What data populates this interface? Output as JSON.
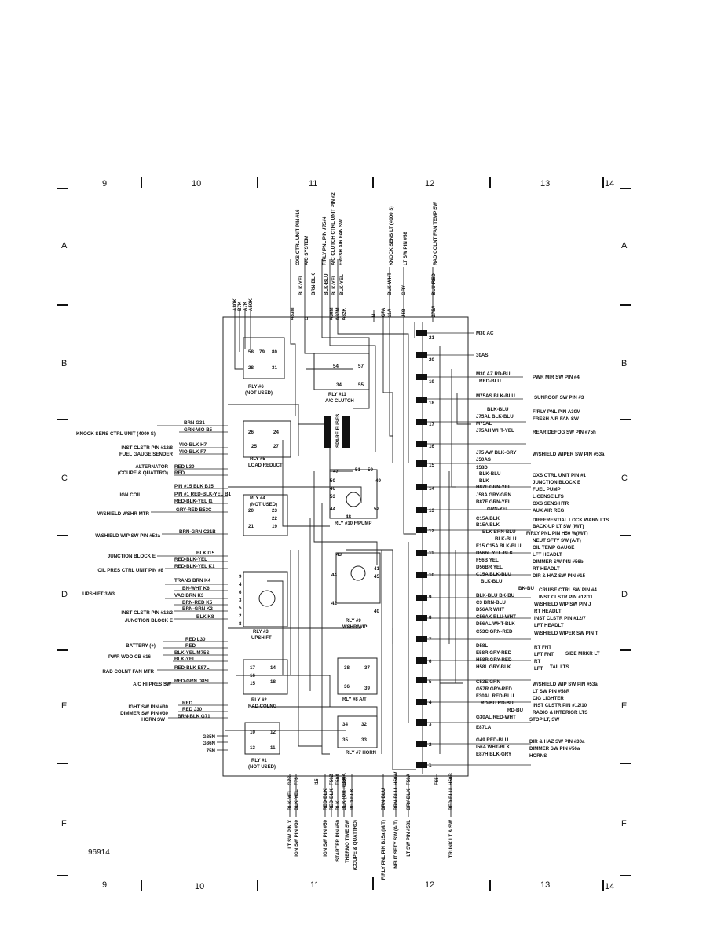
{
  "ruler": {
    "columns": [
      "9",
      "10",
      "11",
      "12",
      "13",
      "14"
    ],
    "rows": [
      "A",
      "B",
      "C",
      "D",
      "E",
      "F"
    ]
  },
  "footer_id": "96914",
  "relays": [
    {
      "name": "RLY #6",
      "note": "(NOT USED)",
      "pins": [
        "58",
        "79",
        "80",
        "28",
        "31"
      ]
    },
    {
      "name": "RLY #11",
      "note": "A/C CLUTCH",
      "pins": [
        "54",
        "57",
        "34",
        "55"
      ]
    },
    {
      "name": "RLY #5",
      "note": "LOAD REDUCT",
      "pins": [
        "26",
        "24",
        "25",
        "27"
      ]
    },
    {
      "name": "RLY #4",
      "note": "(NOT USED)",
      "pins": [
        "20",
        "23",
        "22",
        "21",
        "19"
      ]
    },
    {
      "name": "RLY #10 F/PUMP",
      "note": "",
      "pins": [
        "47",
        "51",
        "59",
        "50",
        "49",
        "46",
        "53",
        "44",
        "48",
        "52"
      ]
    },
    {
      "name": "RLY #3",
      "note": "UPSHIFT",
      "pins": [
        "9",
        "4",
        "6",
        "3",
        "5",
        "2",
        "8"
      ]
    },
    {
      "name": "RLY #9",
      "note": "WSHR/WIP",
      "pins": [
        "43",
        "41",
        "44",
        "45",
        "42",
        "40"
      ]
    },
    {
      "name": "RLY #2",
      "note": "RAD COLNG",
      "pins": [
        "17",
        "14",
        "16",
        "15",
        "18"
      ]
    },
    {
      "name": "RLY #8 A/T",
      "note": "",
      "pins": [
        "38",
        "37",
        "36",
        "39"
      ]
    },
    {
      "name": "RLY #7 HORN",
      "note": "",
      "pins": [
        "34",
        "32",
        "35",
        "33"
      ]
    },
    {
      "name": "RLY #1",
      "note": "(NOT USED)",
      "pins": [
        "10",
        "12",
        "13",
        "11"
      ]
    }
  ],
  "spare_fuses": "SPARE FUSES",
  "fuse_numbers": [
    "21",
    "20",
    "19",
    "18",
    "17",
    "16",
    "15",
    "14",
    "13",
    "12",
    "11",
    "10",
    "9",
    "8",
    "7",
    "6",
    "5",
    "4",
    "3",
    "2",
    "1"
  ],
  "top_wires": [
    {
      "code": "A80K",
      "color": ""
    },
    {
      "code": "B7K",
      "color": ""
    },
    {
      "code": "A7K",
      "color": ""
    },
    {
      "code": "A50K",
      "color": ""
    },
    {
      "code": "A83M",
      "color": "BLK-YEL"
    },
    {
      "code": "C",
      "color": "BRN-BLK"
    },
    {
      "code": "A30M",
      "color": "BLK-BLU"
    },
    {
      "code": "A87M",
      "color": "BLK-YEL"
    },
    {
      "code": "A82K",
      "color": "BLK-YEL"
    },
    {
      "code": "N",
      "color": ""
    },
    {
      "code": "C7A",
      "color": ""
    },
    {
      "code": "11A",
      "color": "BLK-WHT"
    },
    {
      "code": "J58",
      "color": "GRY"
    },
    {
      "code": "Z75A",
      "color": "BLU-RED"
    }
  ],
  "top_labels": [
    "OXS CTRL UNIT PIN #16",
    "A/C SYSTEM",
    "F/RLY PNL PIN J75#4",
    "A/C CLUTCH CTRL UNIT PIN #2",
    "FRESH AIR FAN SW",
    "KNOCK SENS LT (4000 S)",
    "LT SW PIN #58",
    "RAD COLNT FAN TEMP SW"
  ],
  "left_labels": [
    {
      "text": "KNOCK SENS CTRL UNIT (4000 S)",
      "wires": [
        "BRN  G31",
        "GRN-VIO  B5"
      ]
    },
    {
      "text": "INST CLSTR PIN #12/8",
      "wires": [
        "VIO-BLK  H7"
      ]
    },
    {
      "text": "FUEL GAUGE SENDER",
      "wires": [
        "VIO-BLK  F7"
      ]
    },
    {
      "text": "ALTERNATOR",
      "wires": [
        "RED  L30"
      ]
    },
    {
      "text": "(COUPE & QUATTRO)",
      "wires": [
        "RED"
      ]
    },
    {
      "text": "IGN COIL",
      "wires": [
        "PIN #15  BLK  B15",
        "PIN #1  RED-BLK-YEL  B1",
        "RED-BLK-YEL  I1"
      ]
    },
    {
      "text": "W/SHIELD WSHR MTR",
      "wires": [
        "GRY-RED  B53C"
      ]
    },
    {
      "text": "W/SHIELD WIP SW PIN #53a",
      "wires": [
        "BRN-GRN  C31B"
      ]
    },
    {
      "text": "JUNCTION BLOCK E",
      "wires": [
        "BLK  I15",
        "RED-BLK-YEL"
      ]
    },
    {
      "text": "OIL PRES CTRL UNIT PIN #8",
      "wires": [
        "RED-BLK-YEL  K1"
      ]
    },
    {
      "text": "UPSHIFT 3W3",
      "wires": [
        "TRANS  BRN  K4",
        "BN-WHT  K6",
        "VAC  BRN  K3",
        "BRN-RED  K5",
        "BRN-GRN  K2",
        "BLK  K8"
      ]
    },
    {
      "text": "INST CLSTR PIN #12/2",
      "wires": []
    },
    {
      "text": "JUNCTION BLOCK E",
      "wires": []
    },
    {
      "text": "BATTERY (+)",
      "wires": [
        "RED  L30",
        "RED"
      ]
    },
    {
      "text": "PWR WDO CB #16",
      "wires": [
        "BLK-YEL  M75S",
        "BLK-YEL"
      ]
    },
    {
      "text": "RAD COLNT FAN MTR",
      "wires": [
        "RED-BLK  E87L"
      ]
    },
    {
      "text": "A/C HI PRES SW",
      "wires": [
        "RED-GRN  D85L"
      ]
    },
    {
      "text": "LIGHT SW PIN #30",
      "wires": [
        "RED"
      ]
    },
    {
      "text": "DIMMER SW PIN #30",
      "wires": [
        "RED  J30"
      ]
    },
    {
      "text": "HORN SW",
      "wires": [
        "BRN-BLK  G71"
      ]
    },
    {
      "text": "G85N",
      "wires": []
    },
    {
      "text": "G86N",
      "wires": []
    },
    {
      "text": "75N",
      "wires": []
    }
  ],
  "right_labels": [
    {
      "wire": "M30 AC",
      "text": ""
    },
    {
      "wire": "30AS",
      "text": ""
    },
    {
      "wire": "M30 AZ  RD-BU",
      "text": "PWR MIR SW PIN #4"
    },
    {
      "wire": "RED-BLU",
      "text": ""
    },
    {
      "wire": "M75AS  BLK-BLU",
      "text": "SUNROOF SW PIN #3"
    },
    {
      "wire": "BLK-BLU",
      "text": "F/RLY PNL PIN A30M"
    },
    {
      "wire": "J75AL  BLK-BLU",
      "text": "FRESH AIR FAN SW"
    },
    {
      "wire": "M75AL",
      "text": ""
    },
    {
      "wire": "J75AH  WHT-YEL",
      "text": "REAR DEFOG SW PIN #75h"
    },
    {
      "wire": "J75 AW  BLK-GRY",
      "text": "W/SHIELD WIPER SW PIN #53a"
    },
    {
      "wire": "J50AS",
      "text": ""
    },
    {
      "wire": "158D",
      "text": ""
    },
    {
      "wire": "BLK-BLU",
      "text": "OXS CTRL UNIT PIN #1"
    },
    {
      "wire": "BLK",
      "text": "JUNCTION BLOCK E"
    },
    {
      "wire": "H87F  GRN-YEL",
      "text": "FUEL PUMP"
    },
    {
      "wire": "J58A  GRY-GRN",
      "text": "LICENSE LTS"
    },
    {
      "wire": "B87F  GRN-YEL",
      "text": "OXS SENS HTR"
    },
    {
      "wire": "GRN-YEL",
      "text": "AUX AIR REG"
    },
    {
      "wire": "C15A  BLK",
      "text": "DIFFERENTIAL LOCK WARN LTS"
    },
    {
      "wire": "B15A  BLK",
      "text": "BACK-UP LT SW (M/T)"
    },
    {
      "wire": "BLK  BRN-BLU",
      "text": "F/RLY PNL PIN H50 W(M/T)"
    },
    {
      "wire": "BLK-BLU",
      "text": "NEUT SFTY SW (A/T)"
    },
    {
      "wire": "E15  C15A  BLK-BLU",
      "text": "OIL TEMP GAUGE"
    },
    {
      "wire": "D56bL  YEL-BLK",
      "text": "LFT HEADLT"
    },
    {
      "wire": "F56B  YEL",
      "text": "DIMMER SW PIN #56b"
    },
    {
      "wire": "D56BR  YEL",
      "text": "RT HEADLT"
    },
    {
      "wire": "C15A  BLK-BLU",
      "text": "DIR & HAZ SW PIN #15"
    },
    {
      "wire": "BLK-BLU",
      "text": ""
    },
    {
      "wire": "BK-BU",
      "text": "CRUISE CTRL SW PIN #4"
    },
    {
      "wire": "BLK-BLU  BK-BU",
      "text": "INST CLSTR PIN #12/11"
    },
    {
      "wire": "C3  BRN-BLU",
      "text": "W/SHIELD WIP SW PIN J"
    },
    {
      "wire": "D56AR  WHT",
      "text": "RT HEADLT"
    },
    {
      "wire": "C56AK  BLU-WHT",
      "text": "INST CLSTR PIN #12/7"
    },
    {
      "wire": "D56AL  WHT-BLK",
      "text": "LFT HEADLT"
    },
    {
      "wire": "C53C  GRN-RED",
      "text": "W/SHIELD WIPER SW PIN T"
    },
    {
      "wire": "D58L",
      "text": "RT FNT"
    },
    {
      "wire": "E58R  GRY-RED",
      "text": "LFT FNT"
    },
    {
      "wire": "H58R  GRY-RED",
      "text": "RT"
    },
    {
      "wire": "H58L  GRY-BLK",
      "text": "LFT"
    },
    {
      "wire": "",
      "text": "SIDE MRKR LT"
    },
    {
      "wire": "",
      "text": "TAILLTS"
    },
    {
      "wire": "C53E  GRN",
      "text": "W/SHIELD WIP SW PIN #53a"
    },
    {
      "wire": "G57R  GRY-RED",
      "text": "LT SW PIN #58R"
    },
    {
      "wire": "F30AL  RED-BLU",
      "text": "CIG LIGHTER"
    },
    {
      "wire": "RD-BU  RD-BU",
      "text": "INST CLSTR PIN #12/10"
    },
    {
      "wire": "RD-BU",
      "text": "RADIO & INTERIOR LTS"
    },
    {
      "wire": "G30AL  RED-WHT",
      "text": "STOP LT, SW"
    },
    {
      "wire": "E87LA",
      "text": ""
    },
    {
      "wire": "G49  RED-BLU",
      "text": "DIR & HAZ SW PIN #30a"
    },
    {
      "wire": "I56A  WHT-BLK",
      "text": "DIMMER SW PIN #56a"
    },
    {
      "wire": "E87H  BLK-GRY",
      "text": "HORNS"
    }
  ],
  "bottom_wires": [
    {
      "code": "G7S",
      "color": "BLK-YEL"
    },
    {
      "code": "F75",
      "color": "BLK-YEL"
    },
    {
      "code": "I15",
      "color": "RED-BLK"
    },
    {
      "code": "F50Z",
      "color": "RED-BLK"
    },
    {
      "code": "E50A",
      "color": "BLK"
    },
    {
      "code": "B50A",
      "color": "BLK (OR RED)"
    },
    {
      "code": "",
      "color": "RED-BLK"
    },
    {
      "code": "",
      "color": "BRN-BLU"
    },
    {
      "code": "H50W",
      "color": "BRN-BLU"
    },
    {
      "code": "F58A",
      "color": "GRY-BLK"
    },
    {
      "code": "F55",
      "color": ""
    },
    {
      "code": "H50B",
      "color": "RED-BLU"
    }
  ],
  "bottom_labels": [
    "LT SW PIN X",
    "IGN SW PIN #30",
    "IGN SW PIN #50",
    "STARTER PIN #50",
    "THERMO TIME SW",
    "(COUPE & QUATTRO)",
    "F/RLY PNL PIN B15a (M/T)",
    "NEUT SFTY SW (A/T)",
    "LT SW PIN #58L",
    "TRUNK LT & SW"
  ]
}
